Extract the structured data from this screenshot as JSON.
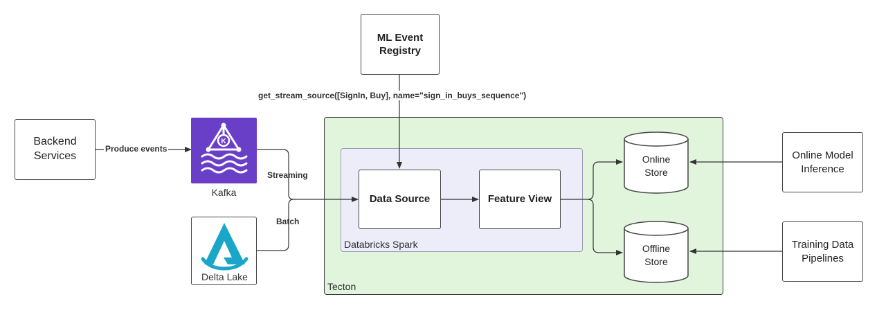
{
  "nodes": {
    "ml_event_registry": "ML Event\nRegistry",
    "backend_services": "Backend\nServices",
    "kafka": "Kafka",
    "delta_lake": "Delta Lake",
    "data_source": "Data Source",
    "feature_view": "Feature View",
    "online_store": "Online\nStore",
    "offline_store": "Offline\nStore",
    "online_model_inference": "Online Model\nInference",
    "training_data_pipelines": "Training Data\nPipelines"
  },
  "regions": {
    "tecton": "Tecton",
    "databricks_spark": "Databricks Spark"
  },
  "edges": {
    "produce_events": "Produce events",
    "streaming": "Streaming",
    "batch": "Batch",
    "get_stream_source": "get_stream_source([SignIn, Buy], name=\"sign_in_buys_sequence\")"
  },
  "icons": {
    "kafka": "kafka-logo-icon",
    "delta_lake": "delta-lake-logo-icon"
  },
  "colors": {
    "tecton_fill": "#e0f5dc",
    "spark_fill": "#ededf9",
    "kafka_purple": "#6a3fc8",
    "delta_teal": "#1aa6c8"
  }
}
